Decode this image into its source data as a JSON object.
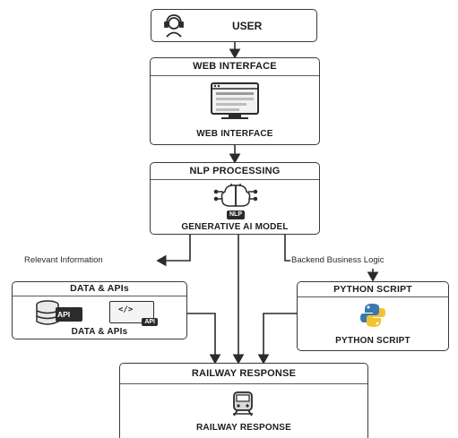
{
  "nodes": {
    "user": {
      "title": "USER",
      "icon": "headset-user-icon"
    },
    "web_interface": {
      "title": "WEB INTERFACE",
      "label": "WEB INTERFACE",
      "icon": "browser-window-icon"
    },
    "nlp": {
      "title": "NLP PROCESSING",
      "label": "GENERATIVE AI MODEL",
      "badge": "NLP",
      "icon": "brain-circuit-icon"
    },
    "data_apis": {
      "title": "DATA & APIs",
      "label": "DATA & APIs",
      "api_text_1": "API",
      "api_text_2": "API",
      "code_text": "</>",
      "icons": [
        "database-icon",
        "code-window-icon"
      ]
    },
    "python": {
      "title": "PYTHON SCRIPT",
      "label": "PYTHON SCRIPT",
      "icon": "python-logo-icon"
    },
    "railway": {
      "title": "RAILWAY RESPONSE",
      "label": "RAILWAY RESPONSE",
      "icon": "train-icon"
    }
  },
  "edges": {
    "relevant_information": "Relevant Information",
    "backend_business_logic": "Backend Business Logic"
  },
  "colors": {
    "line": "#2b2b2b",
    "python_blue": "#3b77b0",
    "python_yellow": "#f2c230"
  }
}
